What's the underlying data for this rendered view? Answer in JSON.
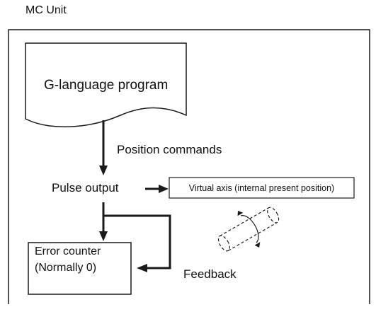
{
  "diagram": {
    "unit_title": "MC Unit",
    "program_label": "G-language program",
    "position_commands_label": "Position commands",
    "pulse_output_label": "Pulse output",
    "virtual_axis_label": "Virtual axis (internal present position)",
    "error_counter_label": "Error counter (Normally 0)",
    "feedback_label": "Feedback"
  },
  "colors": {
    "line": "#1a1a1a",
    "background": "#ffffff"
  }
}
